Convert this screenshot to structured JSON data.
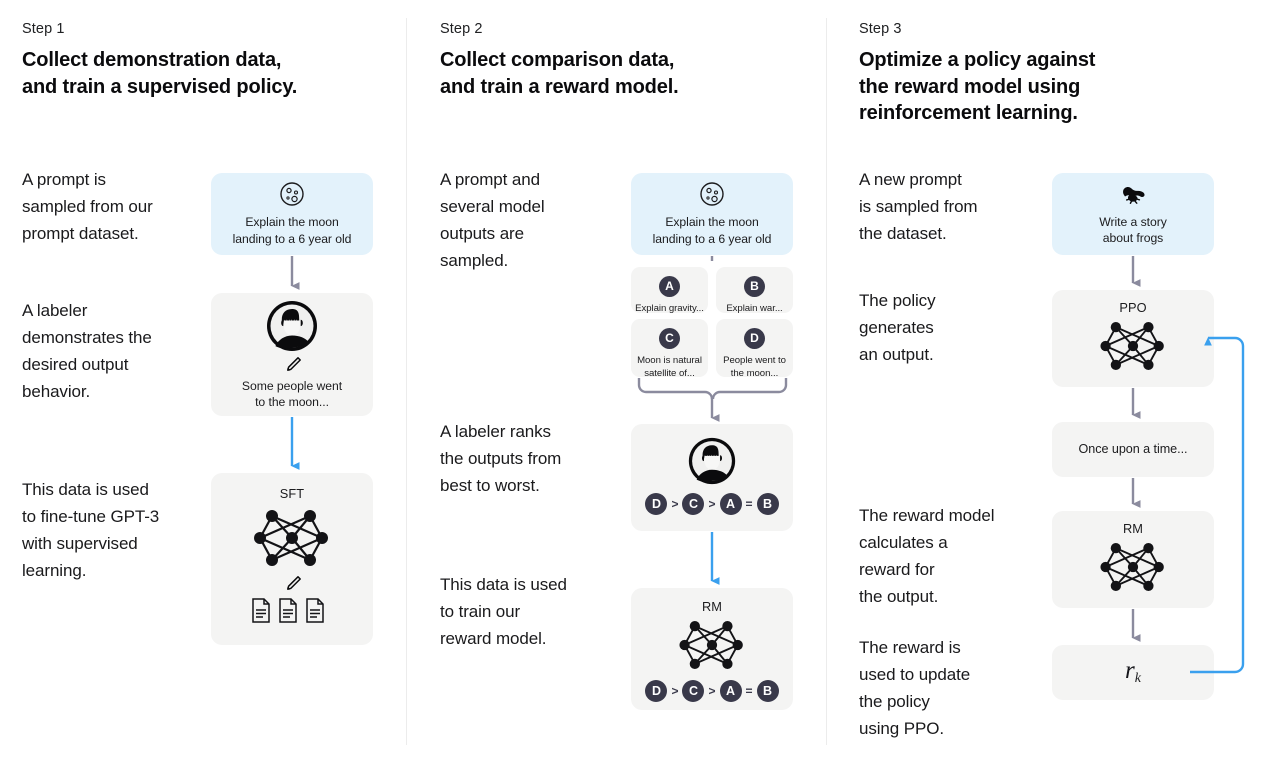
{
  "colors": {
    "prompt_box_bg": "#e3f2fb",
    "card_bg": "#f4f4f3",
    "arrow_grey": "#8b8b9e",
    "arrow_blue": "#3aa0ee",
    "badge_bg": "#39394a",
    "divider": "#ececec",
    "text": "#1a1a1c"
  },
  "columns": [
    {
      "step_label": "Step 1",
      "title": "Collect demonstration data,\nand train a supervised policy.",
      "paragraphs": [
        "A prompt is\nsampled from our\nprompt dataset.",
        "A labeler\ndemonstrates the\ndesired output\nbehavior.",
        "This data is used\nto fine-tune GPT-3\nwith supervised\nlearning."
      ],
      "nodes": [
        {
          "kind": "prompt",
          "icon": "moon-icon",
          "text": "Explain the moon\nlanding to a 6 year old"
        },
        {
          "kind": "labeler",
          "icon": "person-avatar-icon",
          "sub_icon": "pencil-icon",
          "text": "Some people went\nto the moon..."
        },
        {
          "kind": "model",
          "icon": "neural-network-icon",
          "title": "SFT",
          "sub_icon": "pencil-icon",
          "extra_icon": "documents-icon"
        }
      ]
    },
    {
      "step_label": "Step 2",
      "title": "Collect comparison data,\nand train a reward model.",
      "paragraphs": [
        "A prompt and\nseveral model\noutputs are\nsampled.",
        "A labeler ranks\nthe outputs from\nbest to worst.",
        "This data is used\nto train our\nreward model."
      ],
      "nodes": [
        {
          "kind": "prompt",
          "icon": "moon-icon",
          "text": "Explain the moon\nlanding to a 6 year old"
        },
        {
          "kind": "options",
          "options": [
            {
              "badge": "A",
              "text": "Explain gravity..."
            },
            {
              "badge": "B",
              "text": "Explain war..."
            },
            {
              "badge": "C",
              "text": "Moon is natural\nsatellite of..."
            },
            {
              "badge": "D",
              "text": "People went to\nthe moon..."
            }
          ]
        },
        {
          "kind": "labeler-rank",
          "icon": "person-avatar-icon",
          "ranking": [
            "D",
            ">",
            "C",
            ">",
            "A",
            "=",
            "B"
          ]
        },
        {
          "kind": "model-rank",
          "icon": "neural-network-icon",
          "title": "RM",
          "ranking": [
            "D",
            ">",
            "C",
            ">",
            "A",
            "=",
            "B"
          ]
        }
      ]
    },
    {
      "step_label": "Step 3",
      "title": "Optimize a policy against\nthe reward model using\nreinforcement learning.",
      "paragraphs": [
        "A new prompt\nis sampled from\nthe dataset.",
        "The policy\ngenerates\nan output.",
        "The reward model\ncalculates a\nreward for\nthe output.",
        "The reward is\nused to update\nthe policy\nusing PPO."
      ],
      "nodes": [
        {
          "kind": "prompt",
          "icon": "frog-icon",
          "text": "Write a story\nabout frogs"
        },
        {
          "kind": "model",
          "icon": "neural-network-icon",
          "title": "PPO"
        },
        {
          "kind": "output",
          "text": "Once upon a time..."
        },
        {
          "kind": "model",
          "icon": "neural-network-icon",
          "title": "RM"
        },
        {
          "kind": "reward",
          "symbol": "r",
          "subscript": "k"
        }
      ]
    }
  ]
}
